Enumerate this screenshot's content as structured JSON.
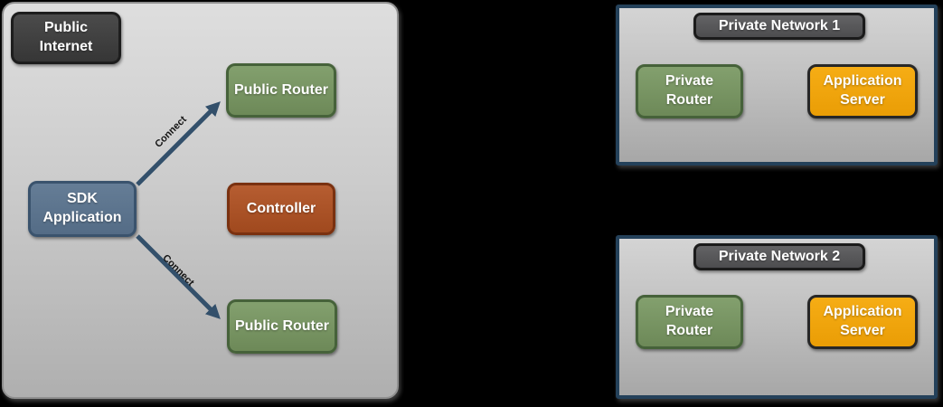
{
  "canvas": {
    "background": "#000000"
  },
  "public_internet_zone": {
    "label": "Public Internet",
    "nodes": {
      "sdk_application": "SDK Application",
      "public_router_top": "Public Router",
      "controller": "Controller",
      "public_router_bottom": "Public Router"
    },
    "connections": {
      "top": "Connect",
      "bottom": "Connect"
    }
  },
  "private_networks": [
    {
      "title": "Private Network 1",
      "private_router": "Private Router",
      "application_server": "Application Server"
    },
    {
      "title": "Private Network 2",
      "private_router": "Private Router",
      "application_server": "Application Server"
    }
  ],
  "colors": {
    "zone_border": "#8f8f8f",
    "zone_fill": "#c8c8c8",
    "network_border": "#24415a",
    "router_green": "#6d8958",
    "server_orange": "#f0a30a",
    "controller_rust": "#a0491e",
    "sdk_blue": "#546c86",
    "badge_dark": "#3f3f3f",
    "arrow": "#33506b"
  }
}
